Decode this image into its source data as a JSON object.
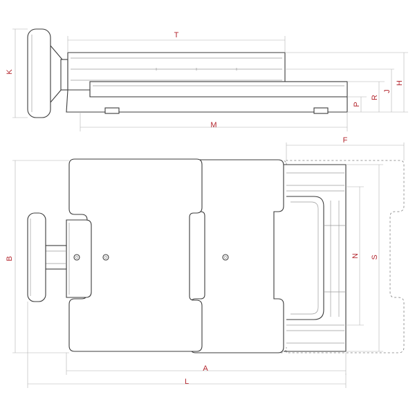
{
  "labels": {
    "T": "T",
    "K": "K",
    "M": "M",
    "P": "P",
    "R": "R",
    "J": "J",
    "H": "H",
    "F": "F",
    "B": "B",
    "N": "N",
    "S": "S",
    "A": "A",
    "L": "L"
  },
  "colors": {
    "label": "#b3262e",
    "outline": "#3a3a3a",
    "dimension_line": "#b0b0b0"
  }
}
